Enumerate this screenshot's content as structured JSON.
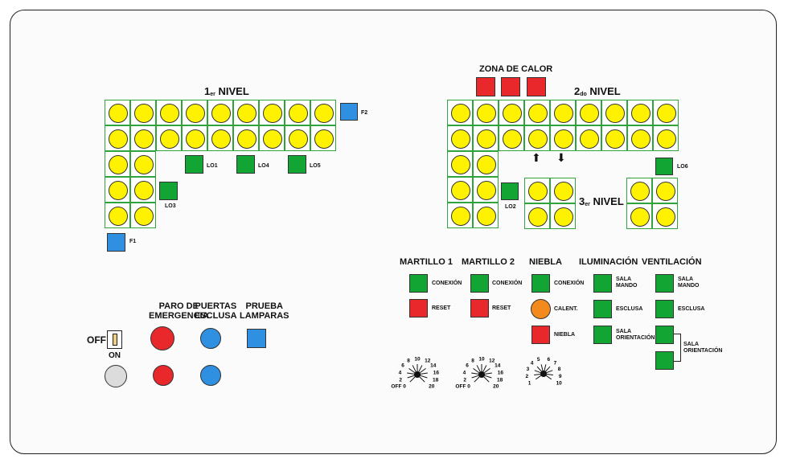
{
  "level1": {
    "prefix": "1",
    "suffix": "er",
    "label": "NIVEL"
  },
  "level2": {
    "prefix": "2",
    "suffix": "do",
    "label": "NIVEL"
  },
  "level3": {
    "prefix": "3",
    "suffix": "er",
    "label": "NIVEL"
  },
  "heat_zone": "ZONA DE CALOR",
  "tags": {
    "F1": "F1",
    "F2": "F2",
    "LO1": "LO1",
    "LO2": "LO2",
    "LO3": "LO3",
    "LO4": "LO4",
    "LO5": "LO5",
    "LO6": "LO6"
  },
  "controls": {
    "off": "OFF",
    "on": "ON",
    "paro": "PARO DE\nEMERGENCIA",
    "puertas": "PUERTAS\nESCLUSA",
    "prueba": "PRUEBA\nLAMPARAS"
  },
  "groups": {
    "martillo1": {
      "title": "MARTILLO 1",
      "conexion": "CONEXIÓN",
      "reset": "RESET"
    },
    "martillo2": {
      "title": "MARTILLO 2",
      "conexion": "CONEXIÓN",
      "reset": "RESET"
    },
    "niebla": {
      "title": "NIEBLA",
      "conexion": "CONEXIÓN",
      "calent": "CALENT.",
      "niebla": "NIEBLA"
    },
    "iluminacion": {
      "title": "ILUMINACIÓN",
      "sala_mando": "SALA\nMANDO",
      "esclusa": "ESCLUSA",
      "sala_orientacion": "SALA\nORIENTACIÓN"
    },
    "ventilacion": {
      "title": "VENTILACIÓN",
      "sala_mando": "SALA\nMANDO",
      "esclusa": "ESCLUSA",
      "sala_orientacion": "SALA\nORIENTACIÓN"
    }
  },
  "dials": {
    "timer": [
      "OFF 0",
      "2",
      "4",
      "6",
      "8",
      "10",
      "12",
      "14",
      "16",
      "18",
      "20"
    ],
    "niebla": [
      "1",
      "2",
      "3",
      "4",
      "5",
      "6",
      "7",
      "8",
      "9",
      "10"
    ]
  },
  "colors": {
    "lamp": "#fff200",
    "grid": "#2ea43a",
    "green": "#12a534",
    "red": "#e8282a",
    "blue": "#2f8fe0",
    "orange": "#f28a1e"
  }
}
